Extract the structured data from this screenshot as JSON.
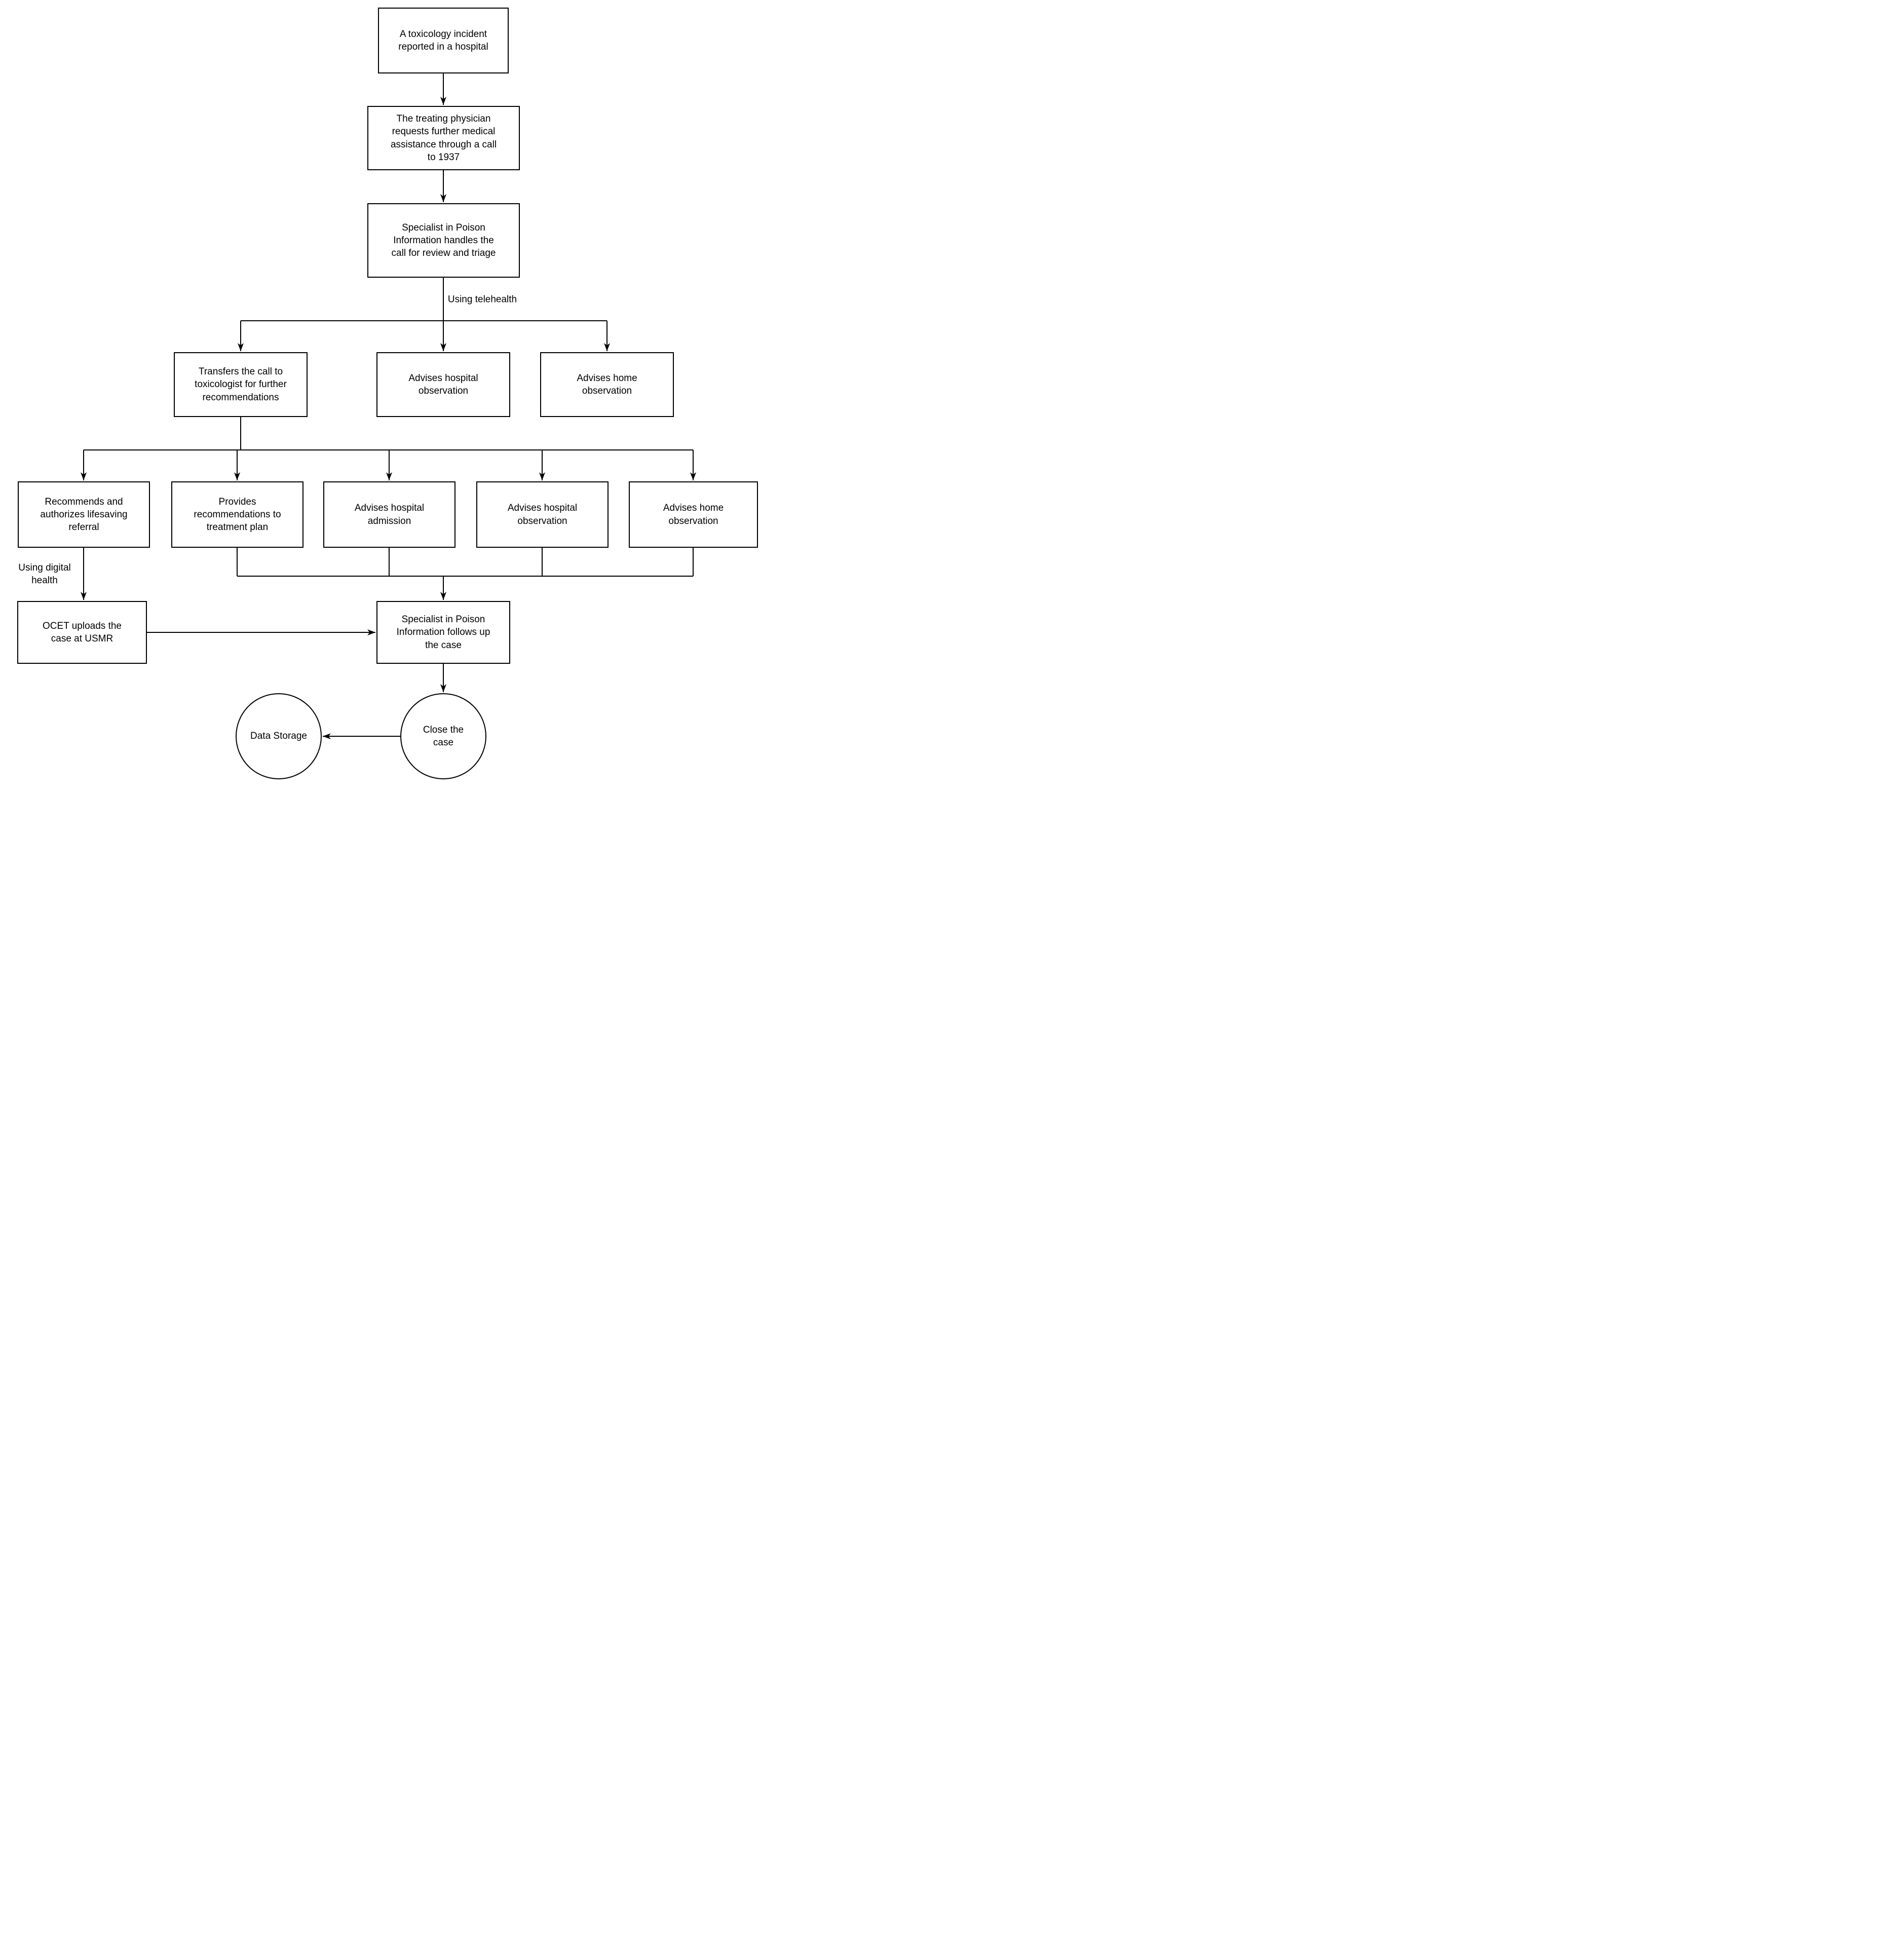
{
  "diagram": {
    "type": "flowchart",
    "colors": {
      "stroke": "#000000",
      "background": "#ffffff",
      "text": "#000000"
    },
    "nodes": {
      "incident": {
        "shape": "rect",
        "label": "A toxicology incident\nreported in a hospital"
      },
      "physician": {
        "shape": "rect",
        "label": "The treating physician\nrequests further medical\nassistance through a call\nto 1937"
      },
      "spi_triage": {
        "shape": "rect",
        "label": "Specialist in Poison\nInformation handles the\ncall for review and triage"
      },
      "transfers": {
        "shape": "rect",
        "label": "Transfers the call to\ntoxicologist for further\nrecommendations"
      },
      "advises_hospital_observation_1": {
        "shape": "rect",
        "label": "Advises hospital\nobservation"
      },
      "advises_home_observation_1": {
        "shape": "rect",
        "label": "Advises home\nobservation"
      },
      "recommends_referral": {
        "shape": "rect",
        "label": "Recommends and\nauthorizes lifesaving\nreferral"
      },
      "provides_recommendations": {
        "shape": "rect",
        "label": "Provides\nrecommendations to\ntreatment plan"
      },
      "advises_hospital_admission": {
        "shape": "rect",
        "label": "Advises hospital\nadmission"
      },
      "advises_hospital_observation_2": {
        "shape": "rect",
        "label": "Advises hospital\nobservation"
      },
      "advises_home_observation_2": {
        "shape": "rect",
        "label": "Advises home\nobservation"
      },
      "ocet_uploads": {
        "shape": "rect",
        "label": "OCET uploads the\ncase at USMR"
      },
      "spi_followup": {
        "shape": "rect",
        "label": "Specialist in Poison\nInformation follows up\nthe case"
      },
      "close_case": {
        "shape": "ellipse",
        "label": "Close the\ncase"
      },
      "data_storage": {
        "shape": "ellipse",
        "label": "Data Storage"
      }
    },
    "edge_labels": {
      "using_telehealth": "Using telehealth",
      "using_digital_health": "Using digital\nhealth"
    }
  }
}
